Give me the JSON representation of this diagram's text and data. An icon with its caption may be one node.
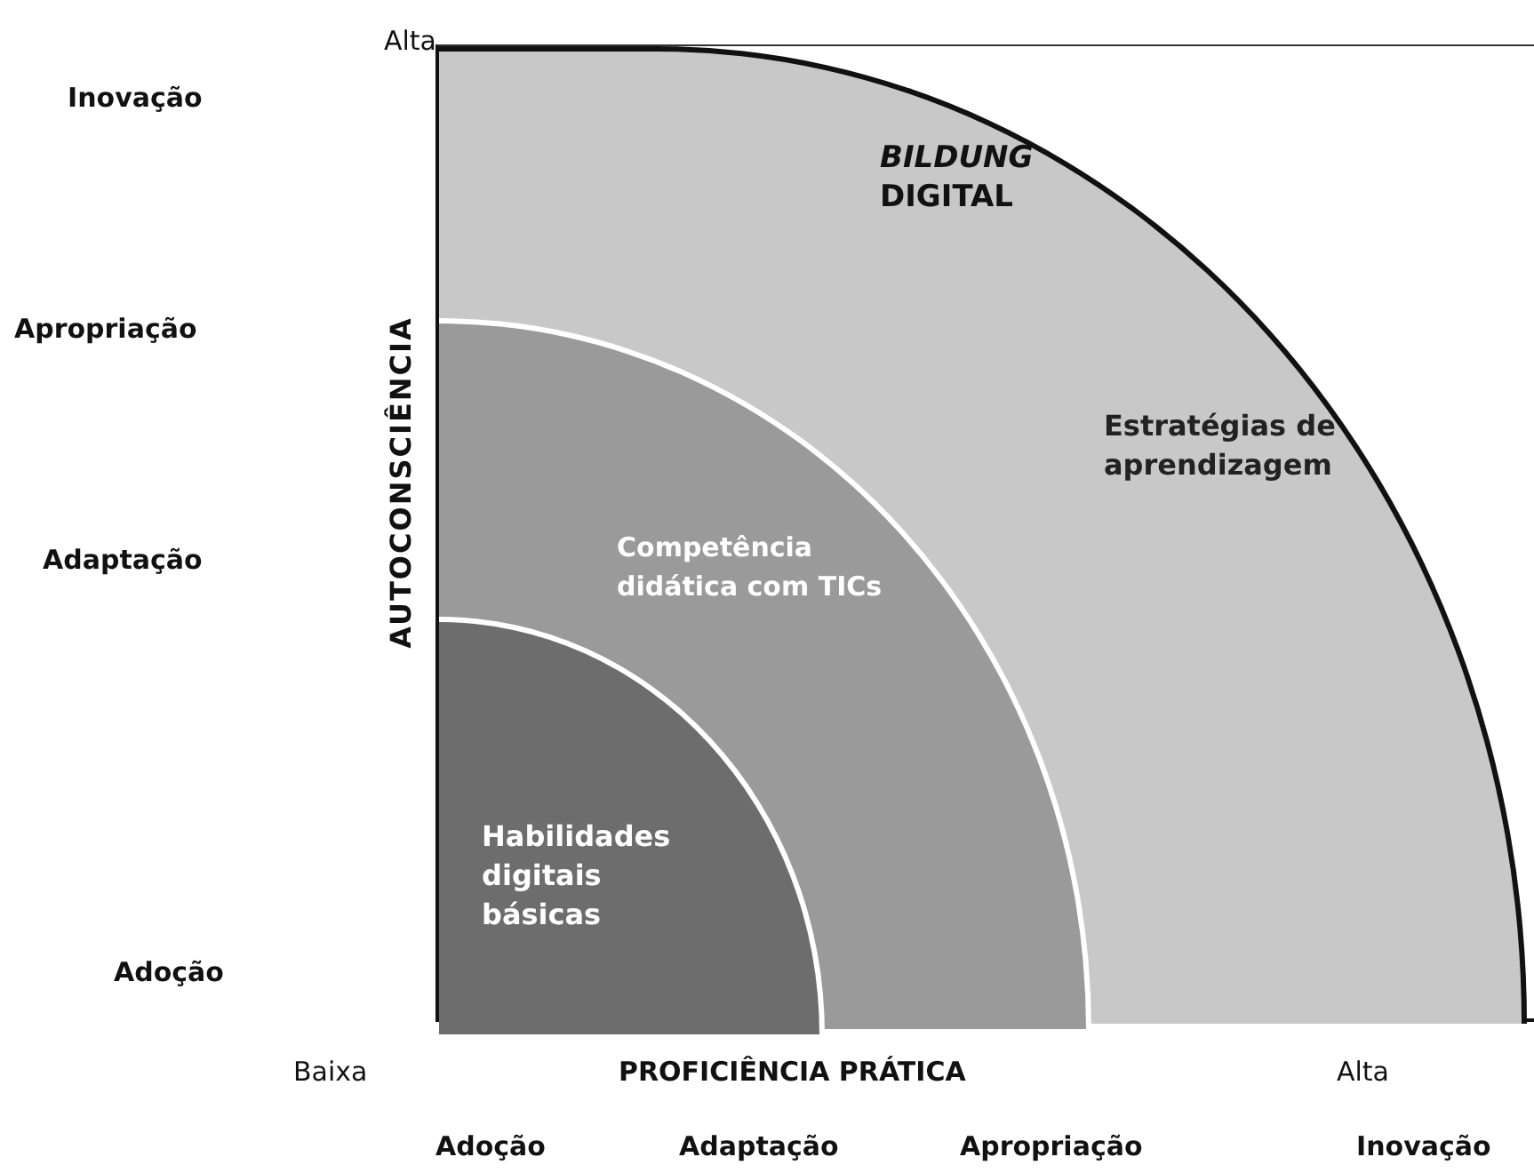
{
  "diagram": {
    "nodes": [
      {
        "text": [
          "Estratégias de aprendizagem"
        ]
      },
      {
        "text": [
          "Competência didática com TICs"
        ],
        "in": 0
      },
      {
        "text": [
          "Habilidades digitais básicas"
        ],
        "in": 1
      }
    ],
    "labels": [
      "Alta",
      "Inovação",
      "*BILDUNG* DIGITAL",
      "Apropriação",
      "AUTOCONSCIÊNCIA",
      "Adaptação",
      "Adoção",
      "Baixa",
      "PROFICIÊNCIA PRÁTICA",
      "Alta",
      "Adoção",
      "Adaptação",
      "Apropriação",
      "Inovação"
    ]
  }
}
